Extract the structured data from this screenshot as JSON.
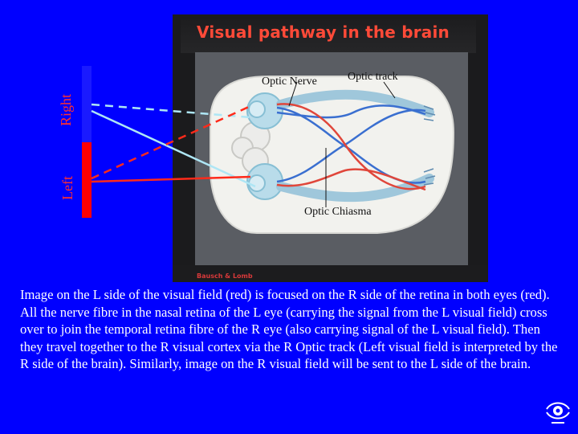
{
  "side_labels": {
    "right": "Right",
    "left": "Left"
  },
  "figure": {
    "title": "Visual pathway in the brain",
    "footer": "Bausch & Lomb",
    "labels": {
      "optic_nerve": "Optic Nerve",
      "optic_track": "Optic track",
      "optic_chiasma": "Optic Chiasma"
    }
  },
  "caption": "Image on the L side of the visual field (red) is focused on the R side of the retina in both eyes (red).  All the nerve fibre in the nasal retina of the L eye (carrying the signal from the L visual field) cross over to join the temporal retina fibre of the R eye (also carrying signal of the L visual field). Then they travel together to the R visual cortex via the R Optic track (Left visual field is interpreted by the R side of the brain). Similarly, image on the R visual field will be sent to the L side of the brain.",
  "colors": {
    "background": "#0000ff",
    "right_field": "#2222ff",
    "left_field": "#ff0000",
    "light_ray": "#aee6f5",
    "title": "#ff4a38",
    "label": "#ff3030"
  },
  "icons": [
    "eye-logo-icon"
  ]
}
